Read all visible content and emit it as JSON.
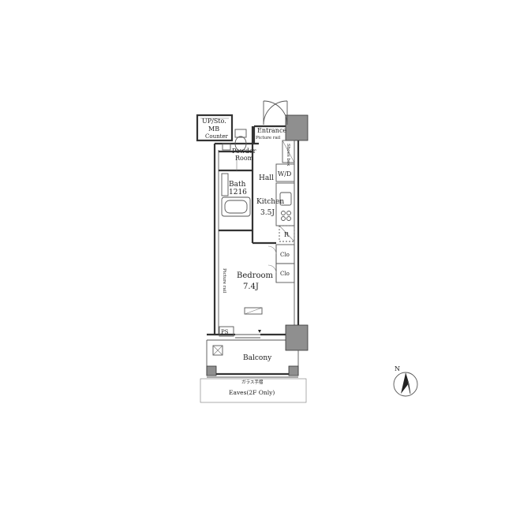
{
  "labels": {
    "up_sto": "UP/Sto.",
    "mb": "MB",
    "counter": "Counter",
    "entrance": "Entrance",
    "picture_rail_entrance": "Picture rail",
    "shoes_box": "Shoes box",
    "powder_room_1": "Powder",
    "powder_room_2": "Room",
    "hall": "Hall",
    "wd": "W/D",
    "bath": "Bath",
    "bath_size": "1216",
    "kitchen": "Kitchen",
    "kitchen_size": "3.5J",
    "refrigerator": "R",
    "clo_upper": "Clo",
    "clo_lower": "Clo",
    "bedroom": "Bedroom",
    "bedroom_size": "7.4J",
    "picture_rail_bedroom": "Picture rail",
    "ps": "PS",
    "balcony": "Balcony",
    "glass_rail": "ガラス手摺",
    "eaves": "Eaves(2F Only)",
    "compass_n": "N"
  },
  "colors": {
    "wall": "#333333",
    "column": "#8f8f8f",
    "text": "#222222"
  }
}
